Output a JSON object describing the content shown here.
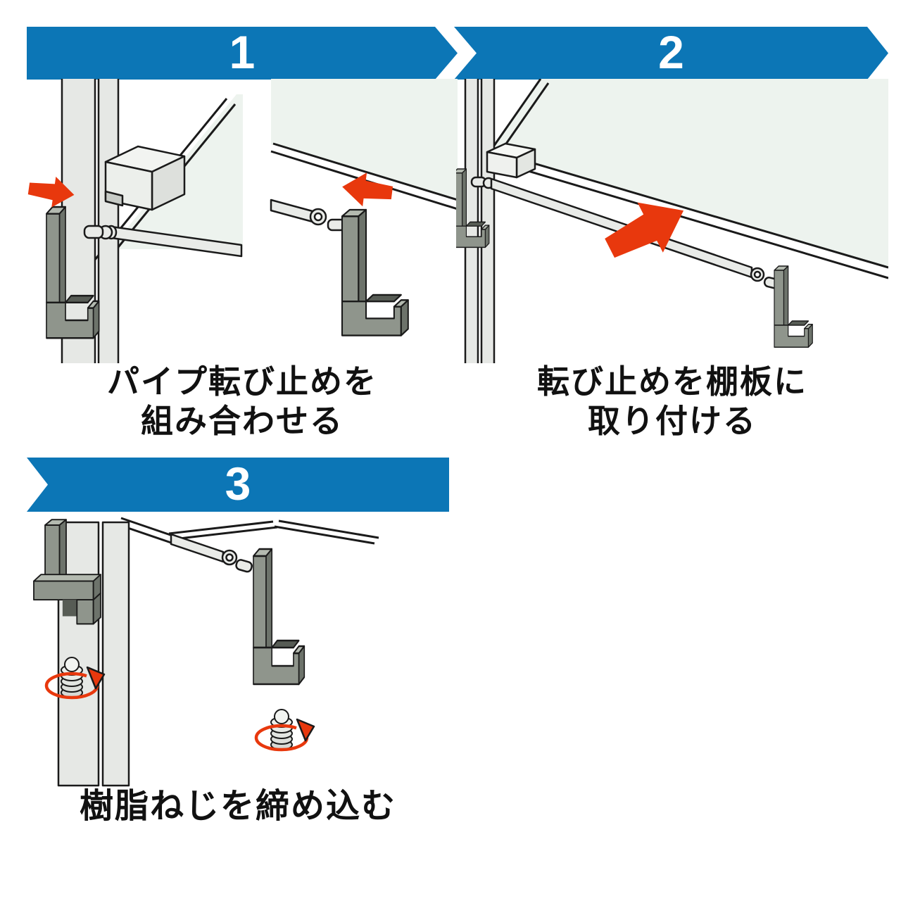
{
  "document": {
    "type": "assembly-instruction-sheet",
    "background": "#ffffff",
    "language": "ja"
  },
  "steps": [
    {
      "number": "1",
      "caption": [
        "パイプ転び止めを",
        "組み合わせる"
      ]
    },
    {
      "number": "2",
      "caption": [
        "転び止めを棚板に",
        "取り付ける"
      ]
    },
    {
      "number": "3",
      "caption": [
        "樹脂ねじを締め込む"
      ]
    }
  ],
  "colors": {
    "banner_blue": "#0c76b6",
    "arrow_red": "#e8380d",
    "clamp_gray_mid": "#8f958c",
    "clamp_gray_dark": "#6d736b",
    "clamp_gray_light": "#b4bab0",
    "channel_shadow": "#575c55",
    "post_gray": "#e6e8e5",
    "pipe_gray": "#e9ebe8",
    "shelf_green": "#edf3ee",
    "outline_black": "#1a1a1a",
    "text_black": "#111111",
    "number_white": "#ffffff"
  },
  "icons": [
    {
      "name": "step-arrow-banner",
      "shape": "chevron-ribbon"
    },
    {
      "name": "direction-arrow-icon",
      "shape": "solid-right-arrow"
    },
    {
      "name": "rotate-arrow-icon",
      "shape": "elliptical-arrow"
    }
  ]
}
